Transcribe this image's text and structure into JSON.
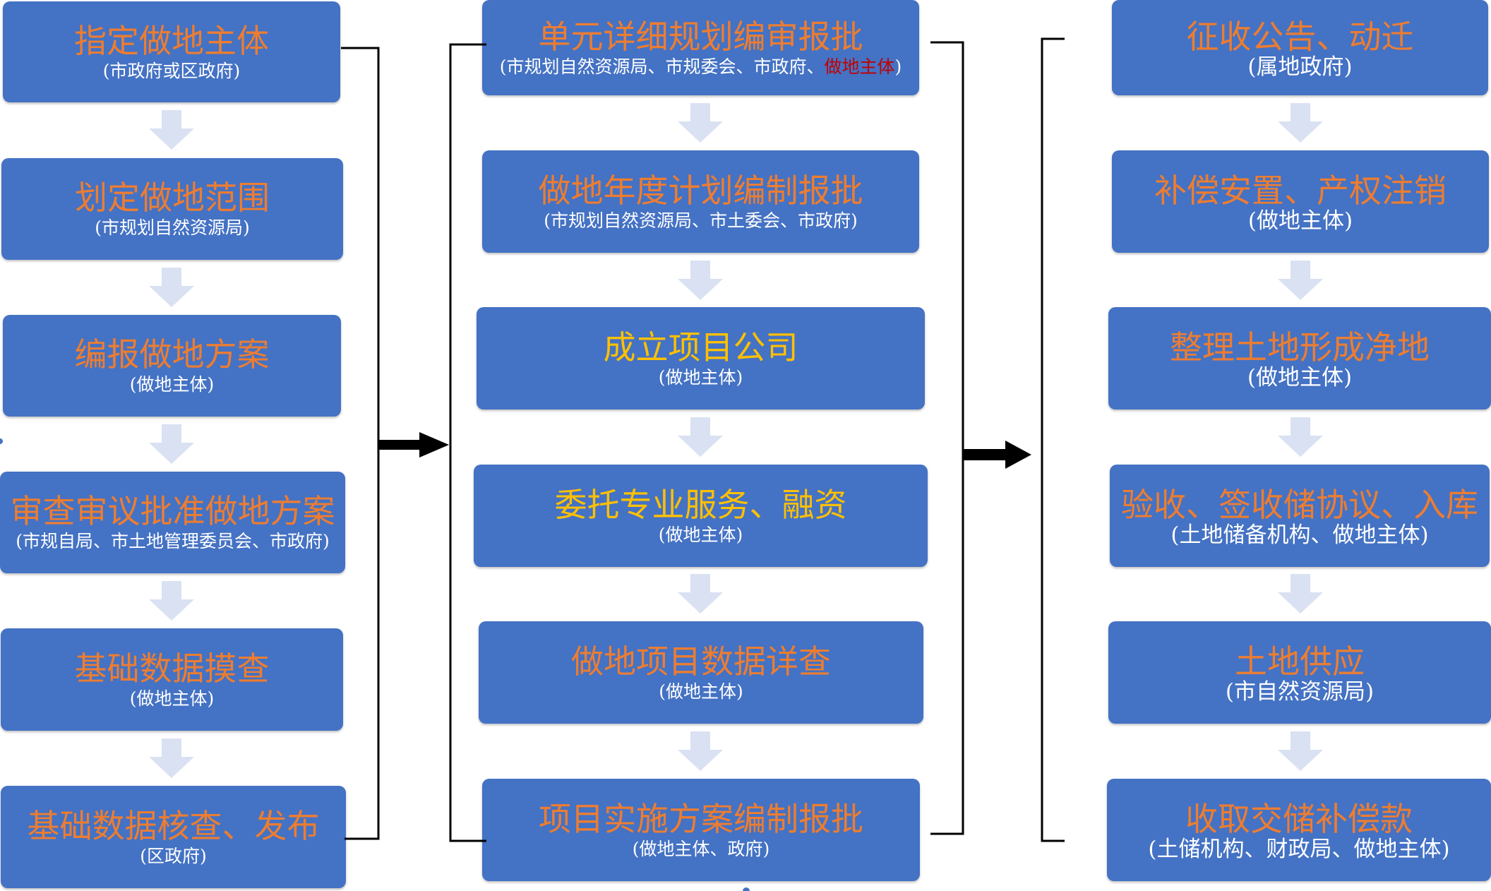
{
  "columns": [
    {
      "boxes": [
        {
          "title": "指定做地主体",
          "sub": "(市政府或区政府)"
        },
        {
          "title": "划定做地范围",
          "sub": "(市规划自然资源局)"
        },
        {
          "title": "编报做地方案",
          "sub": "(做地主体)"
        },
        {
          "title": "审查审议批准做地方案",
          "sub": "(市规自局、市土地管理委员会、市政府)"
        },
        {
          "title": "基础数据摸查",
          "sub": "(做地主体)"
        },
        {
          "title": "基础数据核查、发布",
          "sub": "(区政府)"
        }
      ]
    },
    {
      "boxes": [
        {
          "title": "单元详细规划编审报批",
          "sub_prefix": "(市规划自然资源局、市规委会、市政府、",
          "sub_highlight": "做地主体",
          "sub_suffix": ")"
        },
        {
          "title": "做地年度计划编制报批",
          "sub": "(市规划自然资源局、市土委会、市政府)"
        },
        {
          "title": "成立项目公司",
          "sub": "(做地主体)"
        },
        {
          "title": "委托专业服务、融资",
          "sub": "(做地主体)"
        },
        {
          "title": "做地项目数据详查",
          "sub": "(做地主体)"
        },
        {
          "title": "项目实施方案编制报批",
          "sub": "(做地主体、政府)"
        }
      ]
    },
    {
      "boxes": [
        {
          "title": "征收公告、动迁",
          "sub": "(属地政府)"
        },
        {
          "title": "补偿安置、产权注销",
          "sub": "(做地主体)"
        },
        {
          "title": "整理土地形成净地",
          "sub": "(做地主体)"
        },
        {
          "title": "验收、签收储协议、入库",
          "sub": "(土地储备机构、做地主体)"
        },
        {
          "title": "土地供应",
          "sub": "(市自然资源局)"
        },
        {
          "title": "收取交储补偿款",
          "sub": "(土储机构、财政局、做地主体)"
        }
      ]
    }
  ],
  "colors": {
    "box_fill": "#4472c4",
    "title_orange": "#ed7d31",
    "title_gold": "#ffc000",
    "subtitle_white": "#ffffff",
    "highlight_red": "#c00000",
    "down_arrow": "#d9e1f2",
    "connector": "#000000"
  },
  "icons": {
    "down_arrow": "down-arrow-icon",
    "right_arrow": "right-arrow-icon"
  }
}
